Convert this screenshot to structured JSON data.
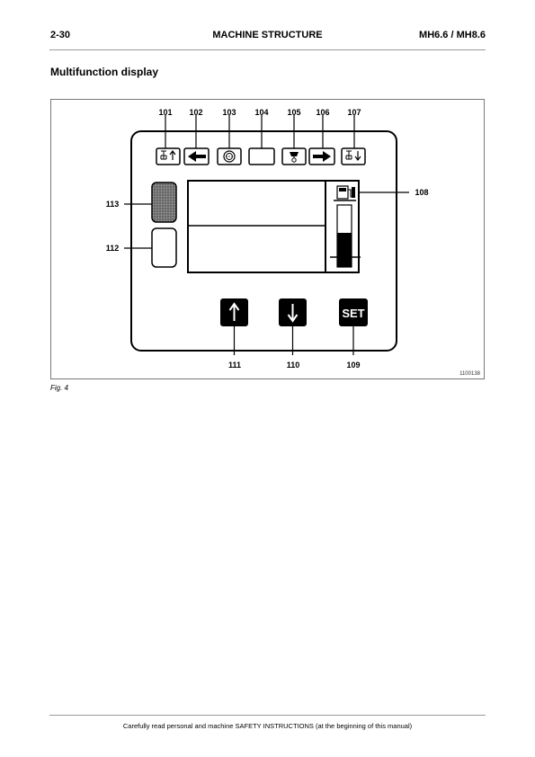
{
  "header": {
    "page_number": "2-30",
    "title": "MACHINE STRUCTURE",
    "model": "MH6.6 / MH8.6"
  },
  "section_title": "Multifunction display",
  "figure": {
    "callouts": [
      "101",
      "102",
      "103",
      "104",
      "105",
      "106",
      "107",
      "108",
      "109",
      "110",
      "111",
      "112",
      "113"
    ],
    "set_button_label": "SET",
    "drawing_code": "1100138",
    "caption": "Fig. 4"
  },
  "footer": {
    "note": "Carefully read personal and machine SAFETY INSTRUCTIONS (at the beginning of this manual)"
  },
  "colors": {
    "ink": "#000000",
    "rule": "#9a9a9a",
    "led_gray": "#555555"
  },
  "icons": [
    "lift-up-icon",
    "arrow-left-icon",
    "brake-icon",
    "blank-indicator",
    "operator-seat-icon",
    "arrow-right-icon",
    "lift-down-icon",
    "fuel-pump-icon",
    "arrow-up-icon",
    "arrow-down-icon"
  ]
}
